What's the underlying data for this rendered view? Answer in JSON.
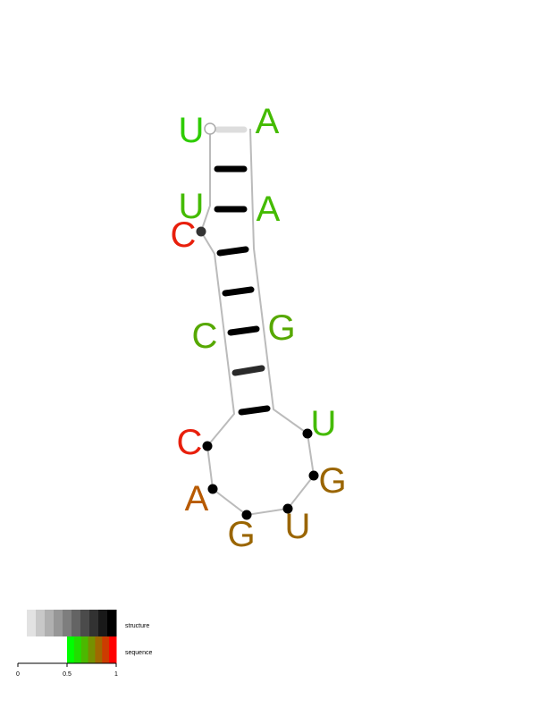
{
  "nucleotides": [
    {
      "letter": "U",
      "color": "#2ecc00",
      "marker": "open"
    },
    {
      "letter": "U",
      "color": "#44bb00",
      "marker": "none"
    },
    {
      "letter": "C",
      "color": "#e81f0c",
      "marker": "dot",
      "marker_color": "#333333"
    },
    {
      "letter": "C",
      "color": "#56a800",
      "marker": "none"
    },
    {
      "letter": "C",
      "color": "#e81f0c",
      "marker": "dot",
      "marker_color": "#000000"
    },
    {
      "letter": "A",
      "color": "#b85a00",
      "marker": "dot",
      "marker_color": "#000000"
    },
    {
      "letter": "G",
      "color": "#9a6500",
      "marker": "dot",
      "marker_color": "#000000"
    },
    {
      "letter": "U",
      "color": "#9a6500",
      "marker": "dot",
      "marker_color": "#000000"
    },
    {
      "letter": "G",
      "color": "#9a6500",
      "marker": "dot",
      "marker_color": "#000000"
    },
    {
      "letter": "U",
      "color": "#44bb00",
      "marker": "dot",
      "marker_color": "#000000"
    },
    {
      "letter": "G",
      "color": "#56a800",
      "marker": "none"
    },
    {
      "letter": "A",
      "color": "#44bb00",
      "marker": "none"
    },
    {
      "letter": "A",
      "color": "#44bb00",
      "marker": "none"
    }
  ],
  "base_pairs": [
    {
      "color": "#dddddd"
    },
    {
      "color": "#000000"
    },
    {
      "color": "#000000"
    },
    {
      "color": "#000000"
    },
    {
      "color": "#000000"
    },
    {
      "color": "#000000"
    },
    {
      "color": "#2a2a2a"
    },
    {
      "color": "#000000"
    }
  ],
  "legend": {
    "structure_label": "structure",
    "sequence_label": "sequence",
    "structure_colors": [
      "#e2e2e2",
      "#c8c8c8",
      "#b0b0b0",
      "#979797",
      "#7e7e7e",
      "#646464",
      "#4b4b4b",
      "#323232",
      "#191919",
      "#000000"
    ],
    "sequence_colors": [
      "#00ff00",
      "#22dd00",
      "#4bb800",
      "#769000",
      "#a06800",
      "#cc3c00",
      "#ff0000"
    ],
    "tick_labels": [
      "0",
      "0.5",
      "1"
    ],
    "tick_values": [
      0,
      0.5,
      1
    ],
    "sequence_start": 0.5
  }
}
